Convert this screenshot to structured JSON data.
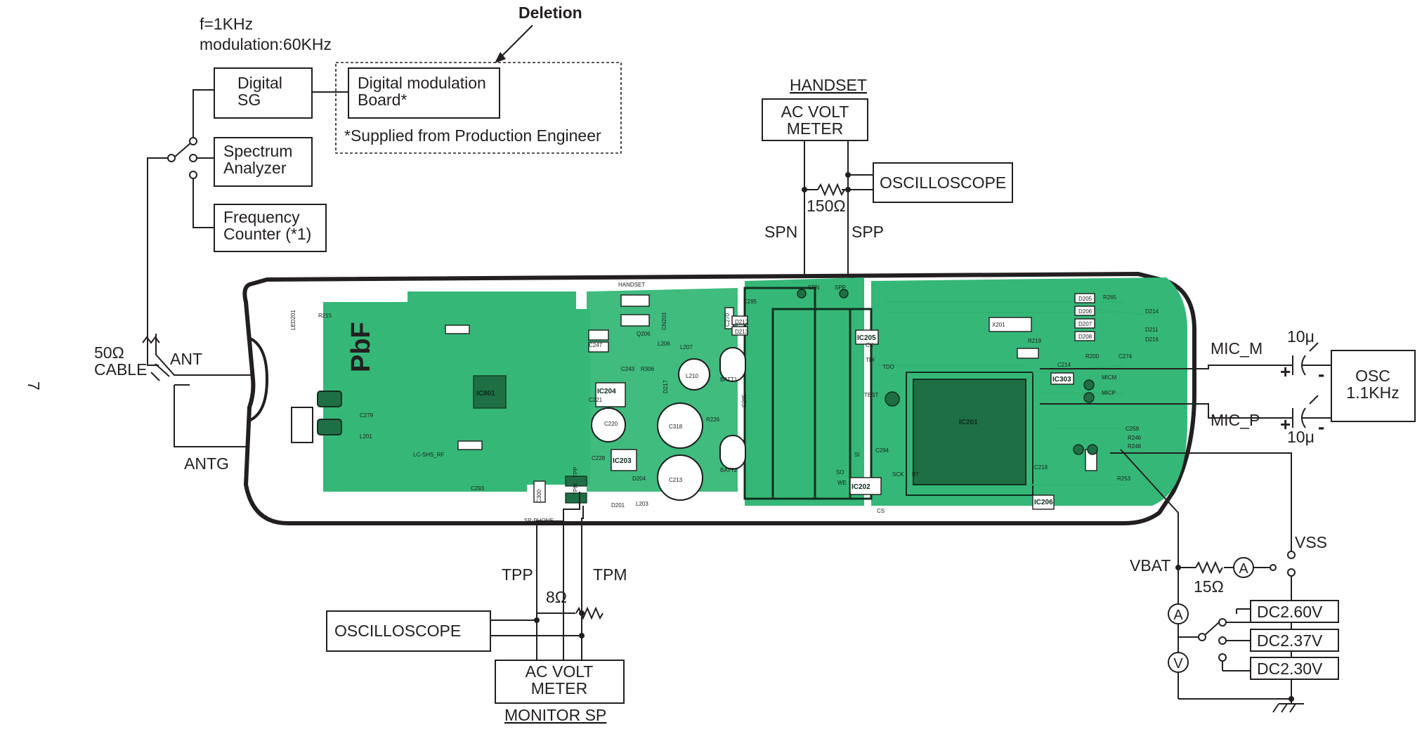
{
  "page_number": "7",
  "signal": {
    "frequency": "f=1KHz",
    "modulation": "modulation:60KHz"
  },
  "deletion": {
    "title": "Deletion",
    "board_label": "Digital modulation\nBoard*",
    "note": "*Supplied from Production Engineer"
  },
  "equipment": {
    "digital_sg": "Digital\nSG",
    "spectrum_analyzer": "Spectrum\nAnalyzer",
    "frequency_counter": "Frequency\nCounter (*1)",
    "cable": "50Ω\nCABLE",
    "oscilloscope_top": "OSCILLOSCOPE",
    "oscilloscope_bottom": "OSCILLOSCOPE",
    "ac_volt_meter_top": "AC VOLT\nMETER",
    "ac_volt_meter_bottom": "AC VOLT\nMETER",
    "osc": "OSC\n1.1KHz"
  },
  "sections": {
    "handset": "HANDSET",
    "monitor_sp": "MONITOR SP"
  },
  "signals": {
    "ant": "ANT",
    "antg": "ANTG",
    "spn": "SPN",
    "spp": "SPP",
    "tpp": "TPP",
    "tpm": "TPM",
    "mic_m": "MIC_M",
    "mic_p": "MIC_P",
    "vss": "VSS",
    "vbat": "VBAT"
  },
  "components": {
    "r_handset": "150Ω",
    "r_monitor": "8Ω",
    "r_vbat": "15Ω",
    "cap_top": "10μ",
    "cap_bottom": "10μ"
  },
  "meters": {
    "ammeter_symbol": "A",
    "voltmeter_symbol": "V"
  },
  "power_supply": [
    "DC2.60V",
    "DC2.37V",
    "DC2.30V"
  ],
  "board": {
    "lead_free_mark": "PbF",
    "ic_labels": [
      "IC801",
      "IC204",
      "IC203",
      "IC205",
      "IC201",
      "IC202",
      "IC206",
      "IC303"
    ],
    "part_labels": [
      "LED201",
      "R215",
      "C279",
      "L201",
      "LC-SHS_RF",
      "C293",
      "C300",
      "SP-PHONE",
      "TPM",
      "TPP",
      "HANDSET",
      "CN203",
      "Q206",
      "L206",
      "L207",
      "C247",
      "R306",
      "C243",
      "C221",
      "C220",
      "C318",
      "C213",
      "L210",
      "BATT1",
      "BATT2",
      "R226",
      "C285",
      "D217",
      "D201",
      "D204",
      "L203",
      "C228",
      "C295",
      "D212",
      "D213",
      "C270",
      "SPN",
      "SPP",
      "X201",
      "TEST",
      "CK",
      "TDI",
      "TDO",
      "SI",
      "SO",
      "WE",
      "SCK",
      "BT",
      "CS",
      "MICM",
      "MICP",
      "D205",
      "D206",
      "D207",
      "D208",
      "D211",
      "D214",
      "D216",
      "R265",
      "R200",
      "C274",
      "R219",
      "R248",
      "R246",
      "R253",
      "C259",
      "C294",
      "C218",
      "C214"
    ]
  }
}
